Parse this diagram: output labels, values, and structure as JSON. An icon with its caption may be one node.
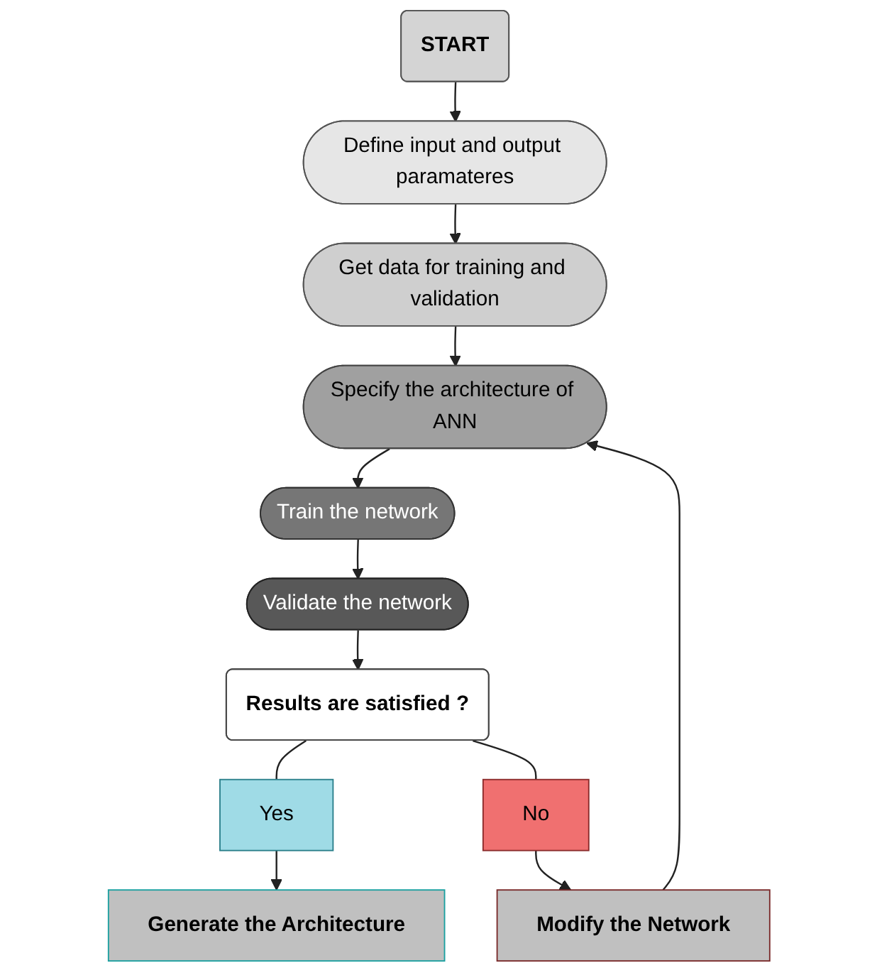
{
  "diagram": {
    "nodes": [
      {
        "text": [
          "START"
        ]
      },
      {
        "text": [
          "Define input and output paramateres"
        ]
      },
      {
        "text": [
          "Get data for training and validation"
        ]
      },
      {
        "text": [
          "Specify the architecture of ANN"
        ]
      },
      {
        "text": [
          "Train the network"
        ]
      },
      {
        "text": [
          "Validate the network"
        ]
      },
      {
        "text": [
          "Results are satisfied ?"
        ]
      },
      {
        "text": [
          "Yes"
        ]
      },
      {
        "text": [
          "No"
        ]
      },
      {
        "text": [
          "Generate the Architecture"
        ]
      },
      {
        "text": [
          "Modify the Network"
        ]
      }
    ],
    "edges": [
      {
        "from": 0,
        "to": 1,
        "arrow": "to"
      },
      {
        "from": 1,
        "to": 2,
        "arrow": "to"
      },
      {
        "from": 2,
        "to": 3,
        "arrow": "to"
      },
      {
        "from": 3,
        "to": 4,
        "arrow": "to"
      },
      {
        "from": 4,
        "to": 5,
        "arrow": "to"
      },
      {
        "from": 5,
        "to": 6,
        "arrow": "to"
      },
      {
        "from": 6,
        "to": 7,
        "arrow": "none"
      },
      {
        "from": 6,
        "to": 8,
        "arrow": "none"
      },
      {
        "from": 7,
        "to": 9,
        "arrow": "to"
      },
      {
        "from": 8,
        "to": 10,
        "arrow": "to"
      },
      {
        "from": 10,
        "to": 3,
        "arrow": "to"
      }
    ]
  }
}
